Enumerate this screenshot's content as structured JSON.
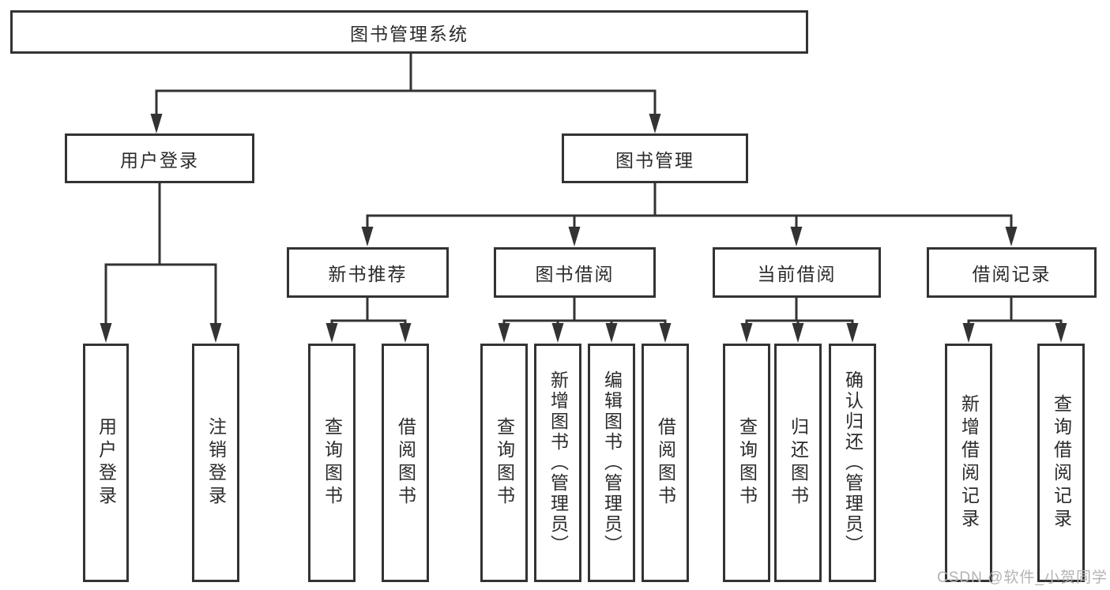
{
  "diagram": {
    "watermark": "CSDN @软件_小贺同学",
    "colors": {
      "background": "#ffffff",
      "line": "#333333",
      "box_border": "#333333",
      "text": "#2b2b2b",
      "watermark": "#b5b2b3"
    },
    "tree": {
      "root": {
        "label": "图书管理系统"
      },
      "children": [
        {
          "label": "用户登录",
          "children": [
            {
              "label": "用户登录"
            },
            {
              "label": "注销登录"
            }
          ]
        },
        {
          "label": "图书管理",
          "children": [
            {
              "label": "新书推荐",
              "children": [
                {
                  "label": "查询图书"
                },
                {
                  "label": "借阅图书"
                }
              ]
            },
            {
              "label": "图书借阅",
              "children": [
                {
                  "label": "查询图书"
                },
                {
                  "label": "新增图书（管理员）"
                },
                {
                  "label": "编辑图书（管理员）"
                },
                {
                  "label": "借阅图书"
                }
              ]
            },
            {
              "label": "当前借阅",
              "children": [
                {
                  "label": "查询图书"
                },
                {
                  "label": "归还图书"
                },
                {
                  "label": "确认归还（管理员）"
                }
              ]
            },
            {
              "label": "借阅记录",
              "children": [
                {
                  "label": "新增借阅记录"
                },
                {
                  "label": "查询借阅记录"
                }
              ]
            }
          ]
        }
      ]
    }
  }
}
